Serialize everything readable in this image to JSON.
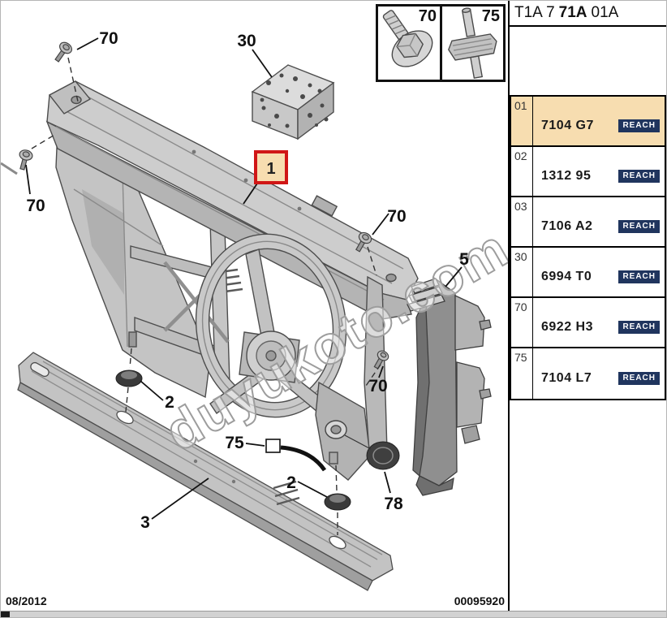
{
  "header": {
    "code_prefix": "T1A 7",
    "code_bold": "71A",
    "code_suffix": "01A"
  },
  "inset": {
    "bolt_label": "70",
    "clip_label": "75"
  },
  "callouts": {
    "screw_top_left": "70",
    "screw_far_left": "70",
    "fastener_block": "30",
    "main_panel": "1",
    "screw_upper_right": "70",
    "deflector": "5",
    "grommet_left": "2",
    "clip_square": "75",
    "grommet_right": "2",
    "plug": "78",
    "crossmember": "3",
    "screw_lower_right": "70"
  },
  "watermark": "duyukoto.com",
  "parts_table": {
    "rows": [
      {
        "ref": "01",
        "part_number": "7104 G7",
        "reach_label": "REACH",
        "highlighted": true
      },
      {
        "ref": "02",
        "part_number": "1312 95",
        "reach_label": "REACH",
        "highlighted": false
      },
      {
        "ref": "03",
        "part_number": "7106 A2",
        "reach_label": "REACH",
        "highlighted": false
      },
      {
        "ref": "30",
        "part_number": "6994 T0",
        "reach_label": "REACH",
        "highlighted": false
      },
      {
        "ref": "70",
        "part_number": "6922 H3",
        "reach_label": "REACH",
        "highlighted": false
      },
      {
        "ref": "75",
        "part_number": "7104 L7",
        "reach_label": "REACH",
        "highlighted": false
      }
    ]
  },
  "footer": {
    "date": "08/2012",
    "document_number": "00095920"
  },
  "colors": {
    "highlight_fill": "#f7ddb0",
    "reach_badge": "#20355e",
    "callout_box_border": "#d01616",
    "callout_box_fill": "#f7ddb0"
  }
}
